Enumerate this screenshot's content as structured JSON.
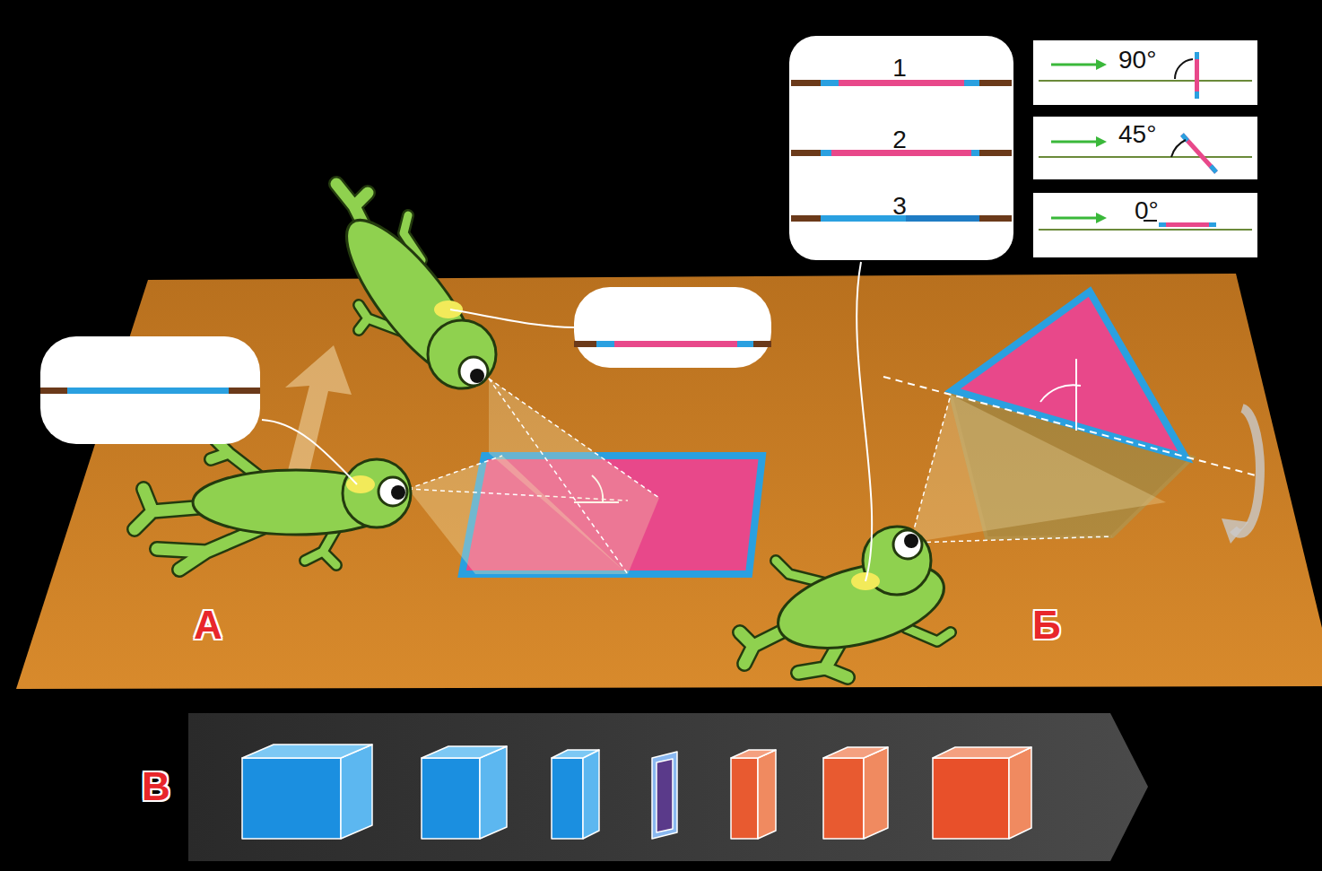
{
  "diagram": {
    "nodes": [
      {
        "text": [
          "1",
          "2",
          "3"
        ]
      },
      {
        "text": [
          "90°"
        ]
      },
      {
        "text": [
          "45°"
        ]
      },
      {
        "text": [
          "0°"
        ]
      }
    ],
    "labels": [
      "А",
      "Б",
      "В"
    ]
  }
}
